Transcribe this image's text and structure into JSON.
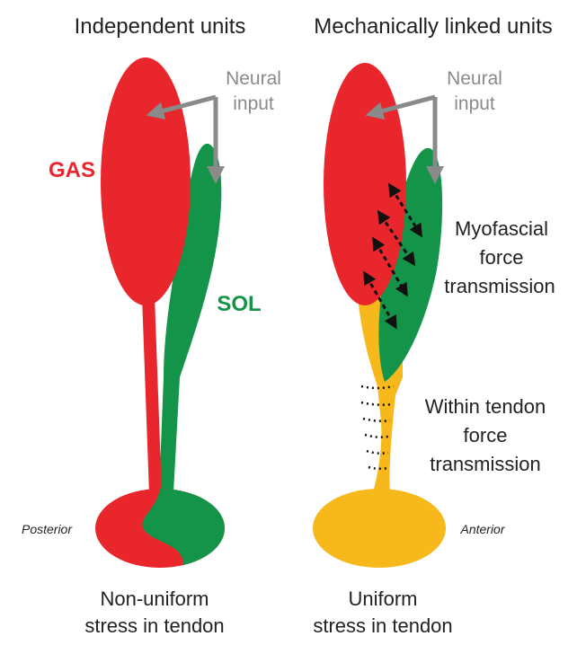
{
  "left_panel": {
    "title": "Independent units",
    "neural_input": [
      "Neural",
      "input"
    ],
    "gas_label": "GAS",
    "sol_label": "SOL",
    "posterior_label": "Posterior",
    "caption": [
      "Non-uniform",
      "stress in tendon"
    ]
  },
  "right_panel": {
    "title": "Mechanically linked units",
    "neural_input": [
      "Neural",
      "input"
    ],
    "myofascial_label": [
      "Myofascial",
      "force",
      "transmission"
    ],
    "within_tendon_label": [
      "Within tendon",
      "force",
      "transmission"
    ],
    "anterior_label": "Anterior",
    "caption": [
      "Uniform",
      "stress in tendon"
    ]
  },
  "colors": {
    "gas_red": "#e8262b",
    "sol_green": "#139448",
    "tendon_orange": "#f6b81a",
    "arrow_gray": "#8a8a8a",
    "text_dark": "#222222"
  }
}
